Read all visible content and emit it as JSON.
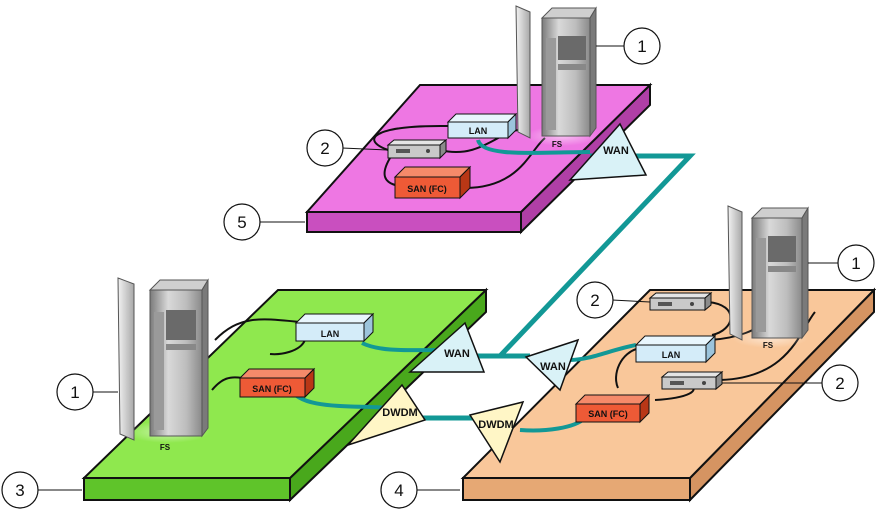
{
  "diagram": {
    "labels": {
      "lan": "LAN",
      "san": "SAN (FC)",
      "wan": "WAN",
      "dwdm": "DWDM",
      "fs": "FS"
    },
    "callouts": {
      "server": "1",
      "switch": "2",
      "site_left": "3",
      "site_right": "4",
      "site_top": "5"
    },
    "colors": {
      "top_platform": "#ee77e3",
      "left_platform": "#8fe84e",
      "right_platform": "#f9c79a",
      "lan_box": "#d4ecf9",
      "san_box": "#ee5a36",
      "wan_link": "#129896",
      "wan_cone": "#d9f2f7",
      "dwdm_cone": "#fff6c6"
    }
  }
}
